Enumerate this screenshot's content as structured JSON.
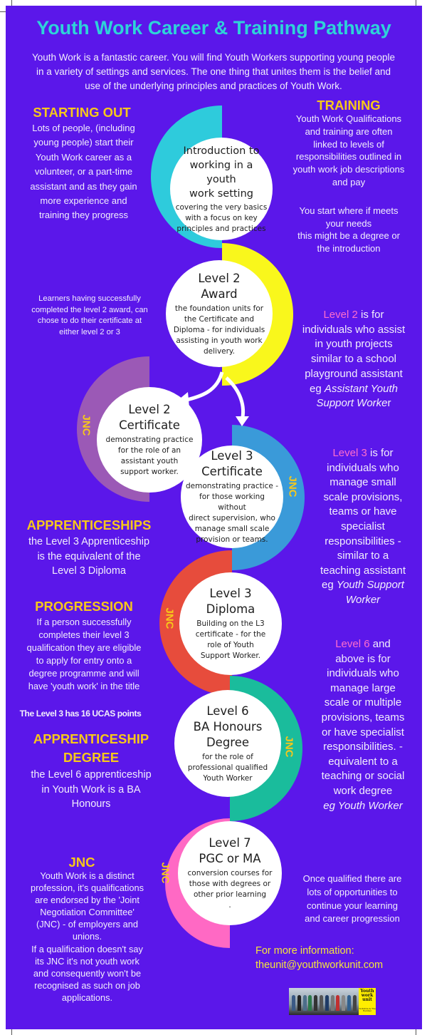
{
  "title": "Youth Work Career & Training Pathway",
  "intro": "Youth Work is a fantastic career. You will find Youth Workers supporting young people\nin a variety of settings and services. The one thing that unites them is the belief and\nuse of the underlying principles and practices of Youth Work.",
  "colors": {
    "background": "#5b17ea",
    "title": "#2ed3d8",
    "heading": "#f7c81a",
    "highlight": "#ff6ccd",
    "contact": "#f5e63a"
  },
  "left": {
    "starting_out": {
      "heading": "STARTING OUT",
      "body": "Lots of people, (including\nyoung people) start their\nYouth Work career as a\nvolunteer, or a part-time\nassistant and as they gain\nmore experience and\ntraining they progress"
    },
    "learners_note": "Learners having successfully\ncompleted the level 2 award, can\nchose to do their certificate at\neither level 2 or 3",
    "apprenticeships": {
      "heading": "APPRENTICESHIPS",
      "body": "the Level 3 Apprenticeship\nis the equivalent of the\nLevel 3 Diploma"
    },
    "progression": {
      "heading": "PROGRESSION",
      "body": "If a person successfully\ncompletes their level 3\nqualification they are eligible\nto apply for entry onto a\ndegree programme and will\nhave 'youth work' in the title"
    },
    "ucas": "The Level 3 has 16 UCAS points",
    "apprenticeship_degree": {
      "heading": "APPRENTICESHIP\nDEGREE",
      "body": "the Level 6 apprenticeship\nin Youth Work is a BA\nHonours"
    },
    "jnc": {
      "heading": "JNC",
      "body": "Youth Work is a distinct\nprofession, it's qualifications\nare endorsed by the 'Joint\nNegotiation Committee'\n(JNC) - of employers and\nunions.\nIf a qualification doesn't say\nits JNC it's not youth work\nand consequently won't be\nrecognised as such on job\napplications."
    }
  },
  "right": {
    "training": {
      "heading": "TRAINING",
      "body": "Youth Work Qualifications\nand training are often\nlinked to levels of\nresponsibilities outlined in\nyouth work job descriptions\nand pay",
      "body2": "You start where if meets\nyour needs\nthis might be a degree or\nthe introduction"
    },
    "level2": {
      "highlight": "Level 2",
      "text": " is for\nindividuals who assist\nin youth projects\nsimilar to a school\nplayground assistant\neg ",
      "example": "Assistant Youth\nSupport Worke",
      "tail": "r"
    },
    "level3": {
      "highlight": "Level 3",
      "text": " is for\nindividuals who\nmanage small\nscale provisions,\nteams or have\nspecialist\nresponsibilities -\nsimilar to a\nteaching assistant\neg ",
      "example": "Youth Support\nWorker"
    },
    "level6": {
      "highlight": "Level 6",
      "text": " and\nabove is for\nindividuals who\nmanage large\nscale or multiple\nprovisions, teams\nor have specialist\nresponsibilities. -\nequivalent to a\nteaching or social\nwork degree\n",
      "example": "eg Youth Worker"
    },
    "once_qualified": "Once qualified there are\nlots of opportunities to\ncontinue your learning\nand career progression",
    "contact_label": "For more information:",
    "contact_email": "theunit@youthworkunit.com"
  },
  "steps": [
    {
      "title": "Introduction to\nworking in a youth\nwork setting",
      "desc": "covering the very basics\nwith a focus on key\nprinciples and practices",
      "color": "#2ecbdc",
      "jnc": ""
    },
    {
      "title": "Level 2\nAward",
      "desc": "the foundation units for\nthe Certificate and\nDiploma - for individuals\nassisting in youth work\ndelivery.",
      "color": "#f9f71c",
      "jnc": ""
    },
    {
      "title": "Level 2\nCertificate",
      "desc": "demonstrating practice\nfor the role of an\nassistant youth\nsupport worker.",
      "color": "#9b59b6",
      "jnc": "JNC"
    },
    {
      "title": "Level 3\nCertificate",
      "desc": "demonstrating practice -\nfor those working without\ndirect supervision, who\nmanage small scale\nprovision or teams.",
      "color": "#3a9ad9",
      "jnc": "JNC"
    },
    {
      "title": "Level 3\nDiploma",
      "desc": "Building on the L3\ncertificate - for the\nrole of Youth\nSupport Worker.",
      "color": "#e74c3c",
      "jnc": "JNC"
    },
    {
      "title": "Level 6\nBA Honours\nDegree",
      "desc": "for the role of\nprofessional qualified\nYouth Worker",
      "color": "#1abc9c",
      "jnc": "JNC"
    },
    {
      "title": "Level 7\nPGC or MA",
      "desc": "conversion courses for\nthose with degrees or\nother prior learning\n.",
      "color": "#ff69c4",
      "jnc": "JNC"
    }
  ],
  "logo": {
    "name": "Youth work unit",
    "tagline": "Yorkshire & The Humber"
  }
}
